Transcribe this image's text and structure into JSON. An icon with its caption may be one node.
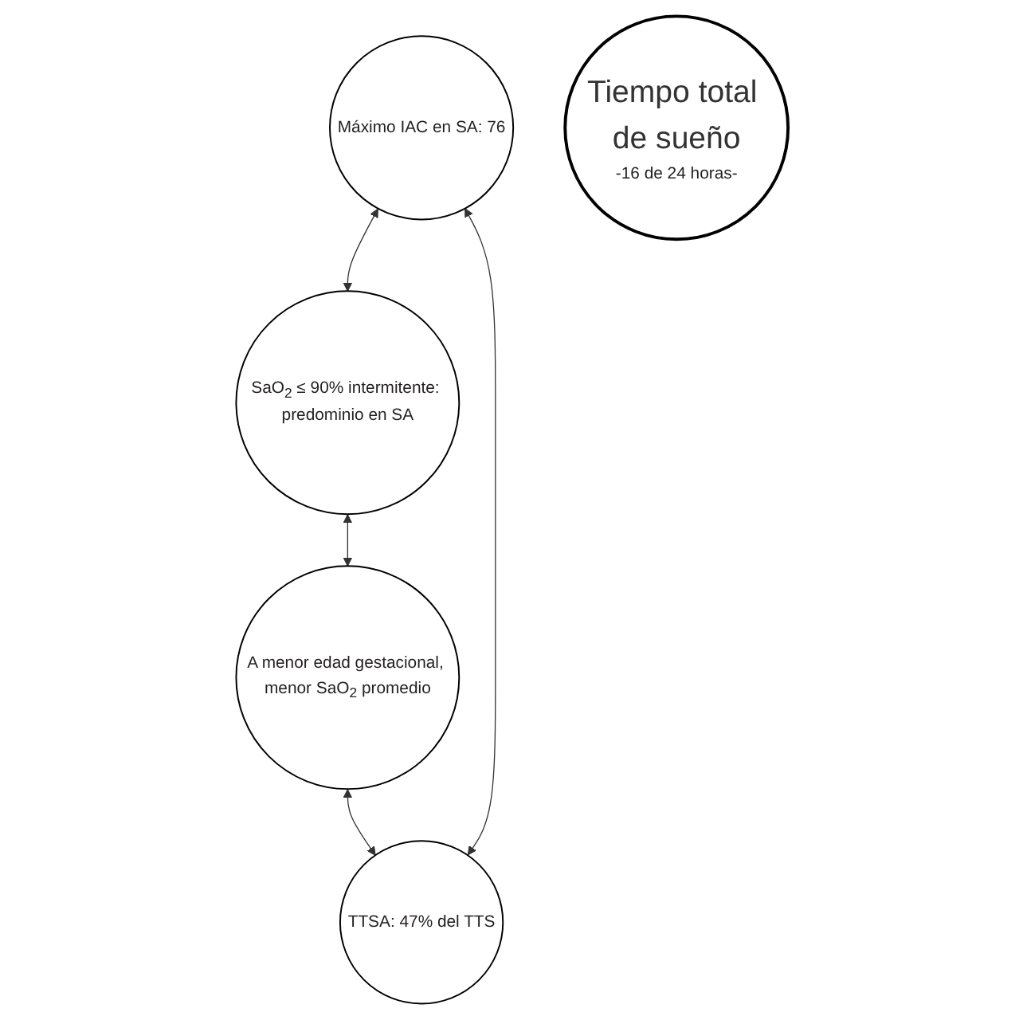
{
  "diagram": {
    "nodes": [
      {
        "text": [
          "Máximo IAC en SA: 76"
        ]
      },
      {
        "text": [
          "TTSA: 47% del TTS"
        ]
      },
      {
        "text": [
          "Tiempo total de sueño",
          "-16 de 24 horas-"
        ]
      },
      {
        "text": [
          "SaO$_{2}$ ≤ 90% intermitente: predominio en SA"
        ]
      },
      {
        "text": [
          "A menor edad gestacional, menor SaO$_{2}$ promedio"
        ]
      }
    ],
    "edges": [
      {
        "from": 0,
        "to": 3,
        "arrow": "both"
      },
      {
        "from": 3,
        "to": 4,
        "arrow": "both"
      },
      {
        "from": 4,
        "to": 1,
        "arrow": "both"
      },
      {
        "from": 1,
        "to": 0,
        "arrow": "both"
      }
    ]
  }
}
